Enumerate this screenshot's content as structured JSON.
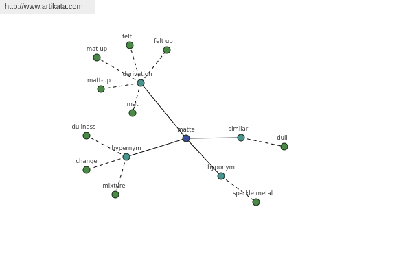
{
  "watermark": {
    "text": "http://www.artikata.com"
  },
  "colors": {
    "root": "#3d4ea1",
    "relation": "#4a9490",
    "leaf": "#4a8a46"
  },
  "graph": {
    "nodes": [
      {
        "id": "matte",
        "label": "matte",
        "kind": "root"
      },
      {
        "id": "derivation",
        "label": "derivation",
        "kind": "relation"
      },
      {
        "id": "hypernym",
        "label": "hypernym",
        "kind": "relation"
      },
      {
        "id": "similar",
        "label": "similar",
        "kind": "relation"
      },
      {
        "id": "hyponym",
        "label": "hyponym",
        "kind": "relation"
      },
      {
        "id": "felt",
        "label": "felt",
        "kind": "leaf"
      },
      {
        "id": "felt-up",
        "label": "felt up",
        "kind": "leaf"
      },
      {
        "id": "mat-up",
        "label": "mat up",
        "kind": "leaf"
      },
      {
        "id": "matt-up",
        "label": "matt-up",
        "kind": "leaf"
      },
      {
        "id": "mat",
        "label": "mat",
        "kind": "leaf"
      },
      {
        "id": "dullness",
        "label": "dullness",
        "kind": "leaf"
      },
      {
        "id": "change",
        "label": "change",
        "kind": "leaf"
      },
      {
        "id": "mixture",
        "label": "mixture",
        "kind": "leaf"
      },
      {
        "id": "dull",
        "label": "dull",
        "kind": "leaf"
      },
      {
        "id": "sparkle-metal",
        "label": "sparkle metal",
        "kind": "leaf"
      }
    ],
    "edges": [
      {
        "from": "matte",
        "to": "derivation",
        "style": "solid"
      },
      {
        "from": "matte",
        "to": "hypernym",
        "style": "solid"
      },
      {
        "from": "matte",
        "to": "similar",
        "style": "solid"
      },
      {
        "from": "matte",
        "to": "hyponym",
        "style": "solid"
      },
      {
        "from": "derivation",
        "to": "felt",
        "style": "dashed"
      },
      {
        "from": "derivation",
        "to": "felt-up",
        "style": "dashed"
      },
      {
        "from": "derivation",
        "to": "mat-up",
        "style": "dashed"
      },
      {
        "from": "derivation",
        "to": "matt-up",
        "style": "dashed"
      },
      {
        "from": "derivation",
        "to": "mat",
        "style": "dashed"
      },
      {
        "from": "hypernym",
        "to": "dullness",
        "style": "dashed"
      },
      {
        "from": "hypernym",
        "to": "change",
        "style": "dashed"
      },
      {
        "from": "hypernym",
        "to": "mixture",
        "style": "dashed"
      },
      {
        "from": "similar",
        "to": "dull",
        "style": "dashed"
      },
      {
        "from": "hyponym",
        "to": "sparkle-metal",
        "style": "dashed"
      }
    ]
  }
}
